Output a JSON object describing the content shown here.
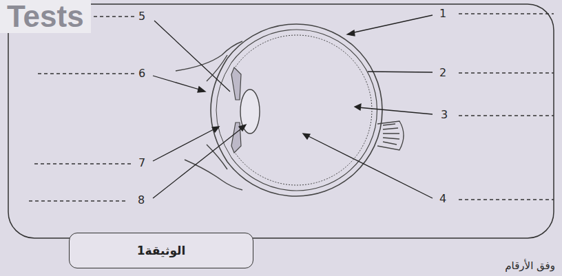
{
  "diagram": {
    "nodes": [
      {
        "text": [
          "الوثيقة1"
        ]
      }
    ],
    "edges": [],
    "labels": [
      "Tests",
      "5",
      "6",
      "7",
      "8",
      "1",
      "2",
      "3",
      "4",
      "وفق الأرقام"
    ]
  }
}
